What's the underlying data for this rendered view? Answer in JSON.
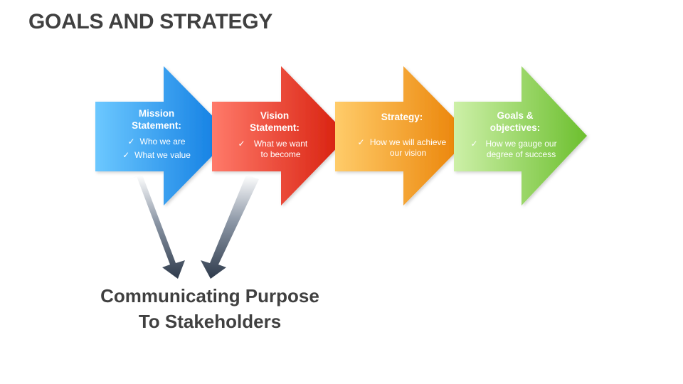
{
  "title": "GOALS AND STRATEGY",
  "steps": [
    {
      "heading": [
        "Mission",
        "Statement:"
      ],
      "items": [
        "Who we are",
        "What we value"
      ],
      "color": "#1a8fe6"
    },
    {
      "heading": [
        "Vision",
        "Statement:"
      ],
      "items": [
        "What we want to become"
      ],
      "color": "#f03a1e"
    },
    {
      "heading": [
        "Strategy:"
      ],
      "items": [
        "How we will achieve our vision"
      ],
      "color": "#f5920a"
    },
    {
      "heading": [
        "Goals &",
        "objectives:"
      ],
      "items": [
        "How we gauge our degree of success"
      ],
      "color": "#78c83c"
    }
  ],
  "check_glyph": "✓",
  "footer": {
    "line1": "Communicating Purpose",
    "line2": "To Stakeholders"
  }
}
